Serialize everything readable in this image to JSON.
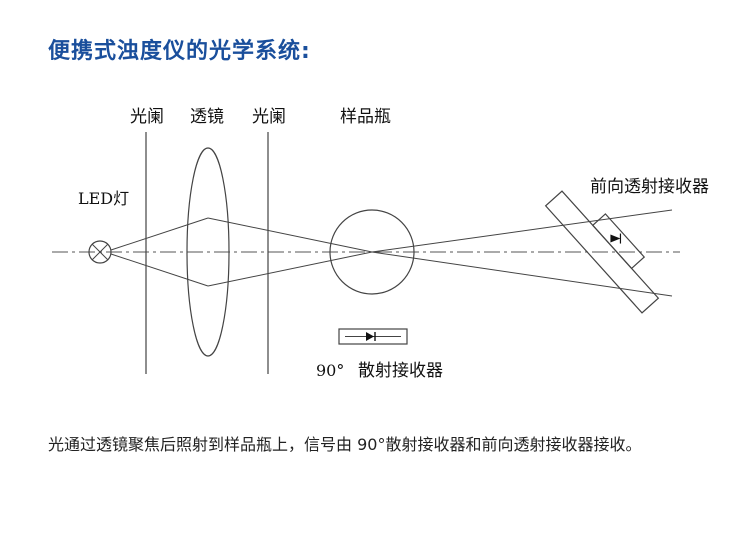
{
  "page": {
    "title": "便携式浊度仪的光学系统:",
    "description": "光通过透镜聚焦后照射到样品瓶上，信号由 90°散射接收器和前向透射接收器接收。"
  },
  "diagram": {
    "labels": {
      "aperture_left": "光阑",
      "lens": "透镜",
      "aperture_right": "光阑",
      "sample_bottle": "样品瓶",
      "led_lamp": "LED灯",
      "forward_receiver": "前向透射接收器",
      "scatter_angle": "90°",
      "scatter_receiver": "散射接收器"
    },
    "colors": {
      "title": "#1a4f9c",
      "line": "#444444",
      "text": "#111111"
    }
  }
}
